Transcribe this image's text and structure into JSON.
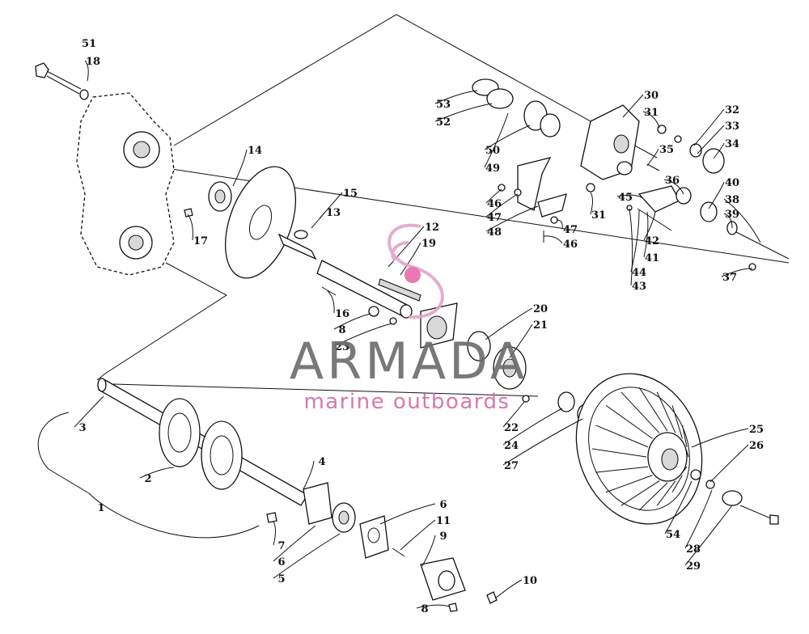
{
  "callouts": [
    {
      "id": "51",
      "text": "51"
    },
    {
      "id": "18",
      "text": "18"
    },
    {
      "id": "14",
      "text": "14"
    },
    {
      "id": "15",
      "text": "15"
    },
    {
      "id": "13",
      "text": "13"
    },
    {
      "id": "17",
      "text": "17"
    },
    {
      "id": "16",
      "text": "16"
    },
    {
      "id": "12",
      "text": "12"
    },
    {
      "id": "19",
      "text": "19"
    },
    {
      "id": "8a",
      "text": "8"
    },
    {
      "id": "23",
      "text": "23"
    },
    {
      "id": "20",
      "text": "20"
    },
    {
      "id": "21",
      "text": "21"
    },
    {
      "id": "22",
      "text": "22"
    },
    {
      "id": "24",
      "text": "24"
    },
    {
      "id": "27",
      "text": "27"
    },
    {
      "id": "3",
      "text": "3"
    },
    {
      "id": "2",
      "text": "2"
    },
    {
      "id": "1",
      "text": "1"
    },
    {
      "id": "4",
      "text": "4"
    },
    {
      "id": "7",
      "text": "7"
    },
    {
      "id": "6a",
      "text": "6"
    },
    {
      "id": "5",
      "text": "5"
    },
    {
      "id": "6b",
      "text": "6"
    },
    {
      "id": "11",
      "text": "11"
    },
    {
      "id": "9",
      "text": "9"
    },
    {
      "id": "10",
      "text": "10"
    },
    {
      "id": "8b",
      "text": "8"
    },
    {
      "id": "25",
      "text": "25"
    },
    {
      "id": "26",
      "text": "26"
    },
    {
      "id": "54",
      "text": "54"
    },
    {
      "id": "28",
      "text": "28"
    },
    {
      "id": "29",
      "text": "29"
    },
    {
      "id": "53",
      "text": "53"
    },
    {
      "id": "52",
      "text": "52"
    },
    {
      "id": "50",
      "text": "50"
    },
    {
      "id": "49",
      "text": "49"
    },
    {
      "id": "30",
      "text": "30"
    },
    {
      "id": "31a",
      "text": "31"
    },
    {
      "id": "32",
      "text": "32"
    },
    {
      "id": "33",
      "text": "33"
    },
    {
      "id": "34",
      "text": "34"
    },
    {
      "id": "35",
      "text": "35"
    },
    {
      "id": "36",
      "text": "36"
    },
    {
      "id": "40",
      "text": "40"
    },
    {
      "id": "38",
      "text": "38"
    },
    {
      "id": "39",
      "text": "39"
    },
    {
      "id": "45",
      "text": "45"
    },
    {
      "id": "46a",
      "text": "46"
    },
    {
      "id": "47a",
      "text": "47"
    },
    {
      "id": "48",
      "text": "48"
    },
    {
      "id": "31b",
      "text": "31"
    },
    {
      "id": "47b",
      "text": "47"
    },
    {
      "id": "46b",
      "text": "46"
    },
    {
      "id": "42",
      "text": "42"
    },
    {
      "id": "41",
      "text": "41"
    },
    {
      "id": "44",
      "text": "44"
    },
    {
      "id": "43",
      "text": "43"
    },
    {
      "id": "37",
      "text": "37"
    }
  ],
  "watermark": {
    "brand": "ARMADA",
    "tagline": "marine outboards",
    "colors": {
      "brand": "#6b6b6b",
      "accent": "#e0a6c8",
      "tagline": "#d46aa5"
    }
  }
}
